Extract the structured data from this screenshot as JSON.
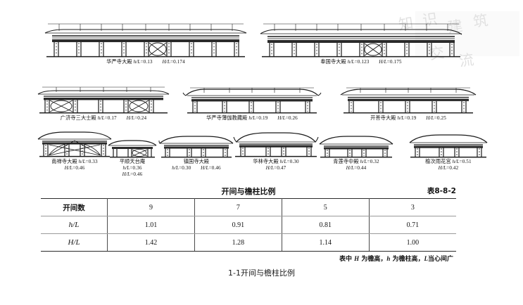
{
  "page": {
    "bottom_caption": "1-1开间与檐柱比例"
  },
  "watermark": {
    "chars": [
      "知",
      "识",
      "建",
      "筑",
      "交",
      "流"
    ]
  },
  "figures": {
    "row1": [
      {
        "name": "华严寺大殿",
        "h_label": "h/L",
        "h_value": "=0.13",
        "H_label": "H/L",
        "H_value": "=0.174",
        "bays": 9,
        "style": "long-hall"
      },
      {
        "name": "奉国寺大殿",
        "h_label": "h/L",
        "h_value": "=0.123",
        "H_label": "H/L",
        "H_value": "=0.175",
        "bays": 9,
        "style": "long-hall"
      }
    ],
    "row2": [
      {
        "name": "广济寺三大士殿",
        "h_label": "h/L",
        "h_value": "=0.17",
        "H_label": "H/L",
        "H_value": "=0.24",
        "bays": 5,
        "style": "mid-hall"
      },
      {
        "name": "华严寺薄伽教藏殿",
        "h_label": "h/L",
        "h_value": "=0.19",
        "H_label": "H/L",
        "H_value": "=0.26",
        "bays": 5,
        "style": "mid-hall"
      },
      {
        "name": "开善寺大殿",
        "h_label": "h/L",
        "h_value": "=0.19",
        "H_label": "H/L",
        "H_value": "=0.25",
        "bays": 5,
        "style": "mid-hall"
      }
    ],
    "row3": [
      {
        "name": "南禅寺大殿",
        "h_label": "h/L",
        "h_value": "=0.33",
        "H_label": "H/L",
        "H_value": "=0.46",
        "bays": 3,
        "style": "small-hall",
        "caption_lines": 2
      },
      {
        "name": "平顺天台庵",
        "h_label": "h/L",
        "h_value": "=0.36",
        "H_label": "H/L",
        "H_value": "=0.46",
        "bays": 3,
        "style": "tiny-hall",
        "caption_lines": 3
      },
      {
        "name": "镇国寺大殿",
        "h_label": "h/L",
        "h_value": "=0.30",
        "H_label": "H/L",
        "H_value": "=0.46",
        "bays": 3,
        "style": "small-hall",
        "caption_lines": 2
      },
      {
        "name": "华林寺大殿",
        "h_label": "h/L",
        "h_value": "=0.30",
        "H_label": "H/L",
        "H_value": "=0.47",
        "bays": 3,
        "style": "small-hall",
        "caption_lines": 2
      },
      {
        "name": "青莲寺中殿",
        "h_label": "h/L",
        "h_value": "=0.32",
        "H_label": "H/L",
        "H_value": "=0.44",
        "bays": 3,
        "style": "small-hall",
        "caption_lines": 2
      },
      {
        "name": "榆次雨花宫",
        "h_label": "h/L",
        "h_value": "=0.51",
        "H_label": "H/L",
        "H_value": "=0.42",
        "bays": 3,
        "style": "small-hall",
        "caption_lines": 2
      }
    ]
  },
  "table": {
    "title": "开间与檐柱比例",
    "number": "表8-8-2",
    "rows": [
      {
        "header": "开间数",
        "values": [
          "9",
          "7",
          "5",
          "3"
        ]
      },
      {
        "header": "h/L",
        "values": [
          "1.01",
          "0.91",
          "0.81",
          "0.71"
        ]
      },
      {
        "header": "H/L",
        "values": [
          "1.42",
          "1.28",
          "1.14",
          "1.00"
        ]
      }
    ],
    "note_prefix": "表中 ",
    "note_H": "H",
    "note_mid1": " 为檐高，",
    "note_h": "h",
    "note_mid2": " 为檐柱高，",
    "note_L": "L",
    "note_suffix": "当心间广"
  }
}
